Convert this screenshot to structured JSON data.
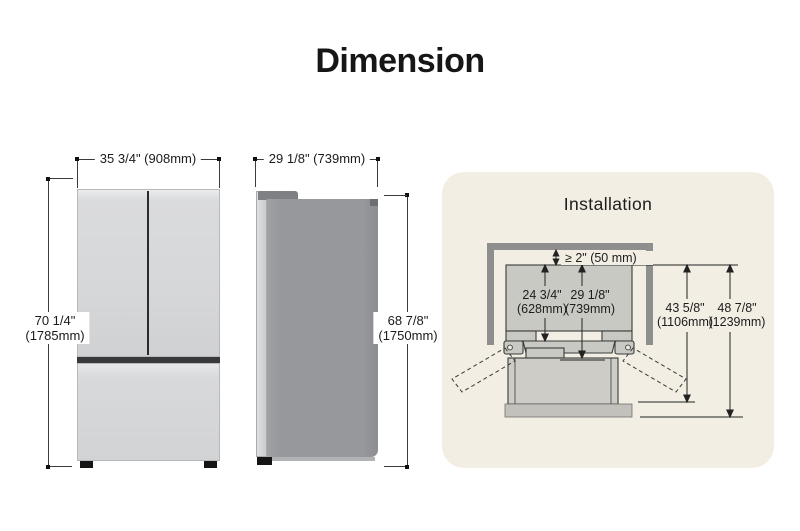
{
  "page": {
    "title": "Dimension"
  },
  "front_view": {
    "width_label": "35 3/4\" (908mm)",
    "height_line1": "70 1/4\"",
    "height_line2": "(1785mm)"
  },
  "side_view": {
    "width_label": "29 1/8\" (739mm)",
    "height_line1": "68 7/8\"",
    "height_line2": "(1750mm)"
  },
  "installation": {
    "title": "Installation",
    "clearance_label": "≥ 2\" (50 mm)",
    "depth_without_door": {
      "line1": "24 3/4\"",
      "line2": "(628mm)"
    },
    "depth_with_door": {
      "line1": "29 1/8\"",
      "line2": "(739mm)"
    },
    "depth_door_open_a": {
      "line1": "43 5/8\"",
      "line2": "(1106mm)"
    },
    "depth_door_open_b": {
      "line1": "48 7/8\"",
      "line2": "(1239mm)"
    }
  },
  "colors": {
    "panel_bg": "#f2eee3",
    "wall_gray": "#8e8e8e",
    "front_fridge_gray": "#d6d7d9",
    "side_fridge_gray": "#97989b",
    "top_view_gray": "#c9c9c4",
    "band_dark": "#39393b",
    "line_color": "#3b3b3b",
    "text_color": "#1b1b1b"
  }
}
